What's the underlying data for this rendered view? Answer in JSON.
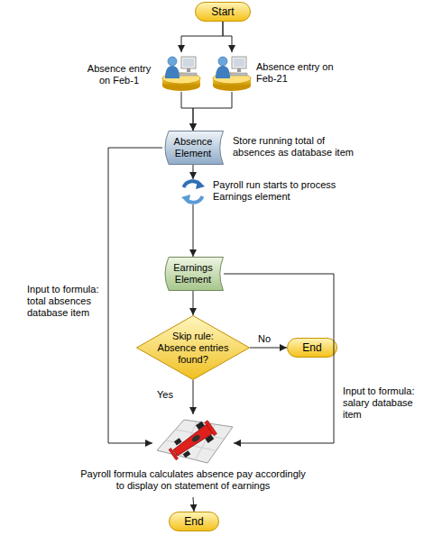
{
  "diagram": {
    "nodes": [
      {
        "text": [
          "Start"
        ]
      },
      {
        "text": [
          "Absence entry on Feb-1"
        ]
      },
      {
        "text": [
          "Absence entry on Feb-21"
        ]
      },
      {
        "text": [
          "Absence Element",
          "Store running total of absences as database item"
        ]
      },
      {
        "text": [
          "Payroll run starts to process Earnings element"
        ]
      },
      {
        "text": [
          "Earnings Element"
        ]
      },
      {
        "text": [
          "Skip rule: Absence entries found?"
        ]
      },
      {
        "text": [
          "End"
        ]
      },
      {
        "text": [
          "Payroll formula calculates absence pay accordingly to display on statement of earnings"
        ]
      },
      {
        "text": [
          "End"
        ]
      }
    ],
    "edges": [
      {
        "from": 0,
        "to": 1,
        "arrow": "to"
      },
      {
        "from": 0,
        "to": 2,
        "arrow": "to"
      },
      {
        "from": 1,
        "to": 3,
        "arrow": "to"
      },
      {
        "from": 2,
        "to": 3,
        "arrow": "to"
      },
      {
        "from": 3,
        "to": 4,
        "arrow": "to"
      },
      {
        "from": 4,
        "to": 5,
        "arrow": "to"
      },
      {
        "from": 5,
        "to": 6,
        "arrow": "to"
      },
      {
        "from": 6,
        "to": 7,
        "label": "No",
        "arrow": "to"
      },
      {
        "from": 6,
        "to": 8,
        "label": "Yes",
        "arrow": "to"
      },
      {
        "from": 3,
        "to": 8,
        "label": "Input to formula: total absences database item",
        "arrow": "to"
      },
      {
        "from": 5,
        "to": 8,
        "label": "Input to formula: salary database item",
        "arrow": "to"
      },
      {
        "from": 8,
        "to": 9,
        "arrow": "to"
      }
    ]
  }
}
